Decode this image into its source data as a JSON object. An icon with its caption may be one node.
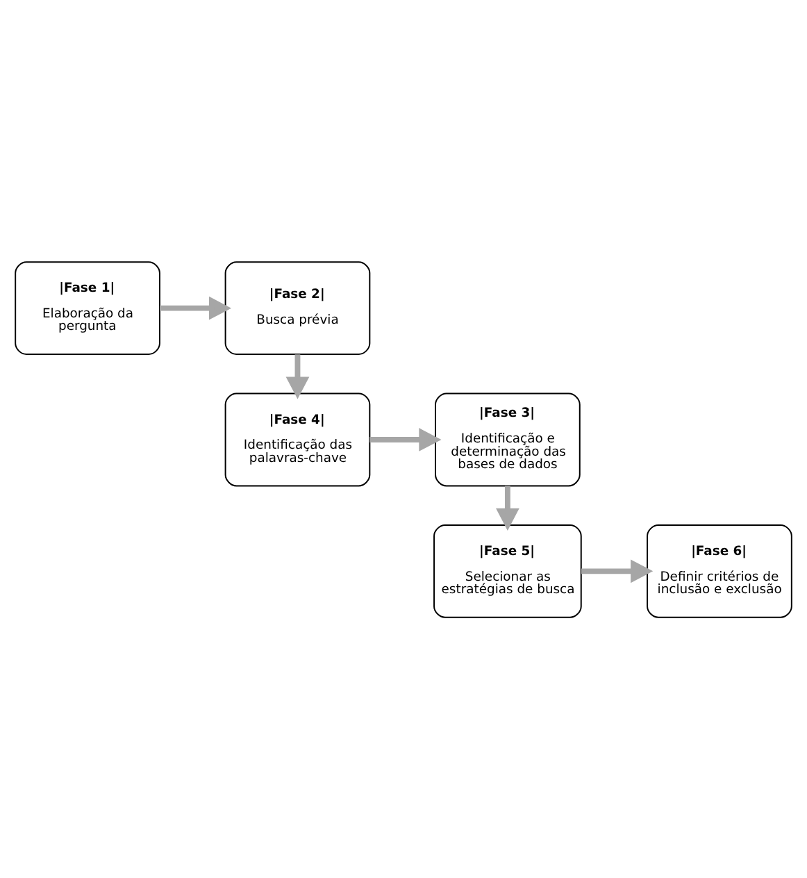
{
  "diagram": {
    "nodes": [
      {
        "text": [
          "|Fase 1|",
          "Elaboração da pergunta"
        ]
      },
      {
        "text": [
          "|Fase 2|",
          "Busca prévia"
        ]
      },
      {
        "text": [
          "|Fase 3|",
          "Identificação e determinação das bases de dados"
        ]
      },
      {
        "text": [
          "|Fase 4|",
          "Identificação das palavras-chave"
        ]
      },
      {
        "text": [
          "|Fase 5|",
          "Selecionar as estratégias de busca"
        ]
      },
      {
        "text": [
          "|Fase 6|",
          "Definir critérios de inclusão e exclusão"
        ]
      }
    ],
    "edges": [
      {
        "from": 0,
        "to": 1,
        "arrow": "to"
      },
      {
        "from": 1,
        "to": 3,
        "arrow": "to"
      },
      {
        "from": 3,
        "to": 2,
        "arrow": "to"
      },
      {
        "from": 2,
        "to": 4,
        "arrow": "to"
      },
      {
        "from": 4,
        "to": 5,
        "arrow": "to"
      }
    ]
  }
}
